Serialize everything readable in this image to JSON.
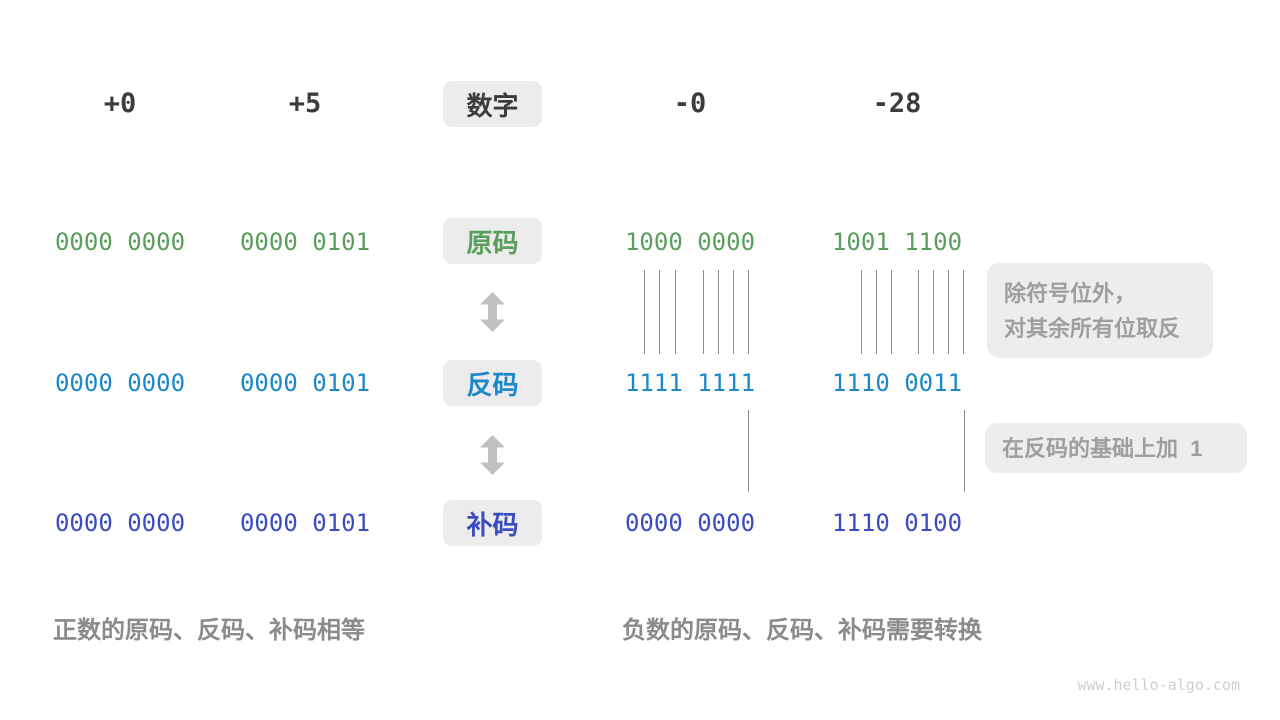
{
  "row_labels": {
    "number": "数字",
    "sign_magnitude": "原码",
    "ones_complement": "反码",
    "twos_complement": "补码"
  },
  "columns": [
    {
      "header": "+0",
      "sign_magnitude": "0000 0000",
      "ones_complement": "0000 0000",
      "twos_complement": "0000 0000"
    },
    {
      "header": "+5",
      "sign_magnitude": "0000 0101",
      "ones_complement": "0000 0101",
      "twos_complement": "0000 0101"
    },
    {
      "header": "-0",
      "sign_magnitude": "1000 0000",
      "ones_complement": "1111 1111",
      "twos_complement": "0000 0000"
    },
    {
      "header": "-28",
      "sign_magnitude": "1001 1100",
      "ones_complement": "1110 0011",
      "twos_complement": "1110 0100"
    }
  ],
  "annotations": {
    "invert_line1": "除符号位外，",
    "invert_line2": "对其余所有位取反",
    "add_one": "在反码的基础上加  1"
  },
  "captions": {
    "positive": "正数的原码、反码、补码相等",
    "negative": "负数的原码、反码、补码需要转换"
  },
  "watermark": "www.hello-algo.com",
  "colors": {
    "sign_magnitude_text": "#5a9e5e",
    "ones_complement_text": "#1c88ca",
    "twos_complement_text": "#3b4cc0",
    "header_text": "#3c3c3c",
    "label_box_bg": "#ececec",
    "annotation_box_bg": "#ededed",
    "annotation_text": "#9e9e9e",
    "caption_text": "#8b8b8b",
    "arrow": "#c0c0c0",
    "connector_line": "#8c8c8c",
    "watermark_text": "#cfcfcf"
  }
}
